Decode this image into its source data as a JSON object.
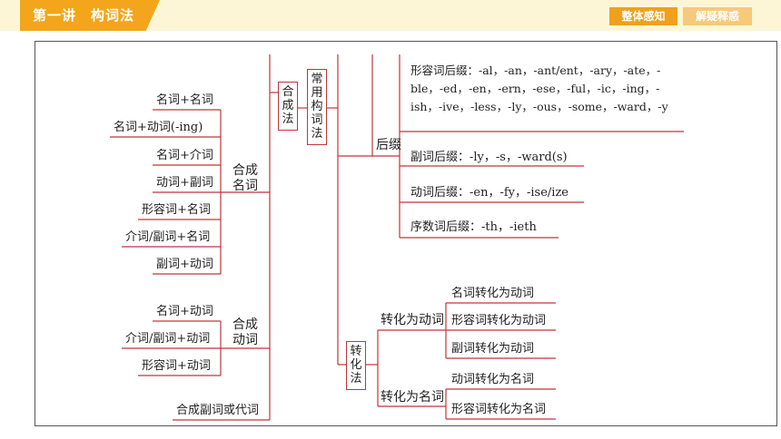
{
  "header": {
    "title": "第一讲　构词法",
    "btn_overview": "整体感知",
    "btn_explain": "解疑释惑"
  },
  "center": {
    "compound_method": "合成法",
    "common_method": "常用构词法",
    "conversion_method": "转化法",
    "suffix": "后缀"
  },
  "compound_noun": {
    "label": "合成名词",
    "items": [
      "名词+名词",
      "名词+动词(-ing)",
      "名词+介词",
      "动词+副词",
      "形容词+名词",
      "介词/副词+名词",
      "副词+动词"
    ]
  },
  "compound_verb": {
    "label": "合成动词",
    "items": [
      "名词+动词",
      "介词/副词+动词",
      "形容词+动词"
    ]
  },
  "compound_adverb_pronoun": "合成副词或代词",
  "suffixes": {
    "adjective": "形容词后缀：-al，-an，-ant/ent，-ary，-ate，-ble，-ed，-en，-ern，-ese，-ful，-ic，-ing，-ish，-ive，-less，-ly，-ous，-some，-ward，-y",
    "adverb": "副词后缀：-ly，-s，-ward(s)",
    "verb": "动词后缀：-en，-fy，-ise/ize",
    "numeral": "序数词后缀：-th，-ieth"
  },
  "conversion": {
    "to_verb": {
      "label": "转化为动词",
      "items": [
        "名词转化为动词",
        "形容词转化为动词",
        "副词转化为动词"
      ]
    },
    "to_noun": {
      "label": "转化为名词",
      "items": [
        "动词转化为名词",
        "形容词转化为名词"
      ]
    }
  }
}
